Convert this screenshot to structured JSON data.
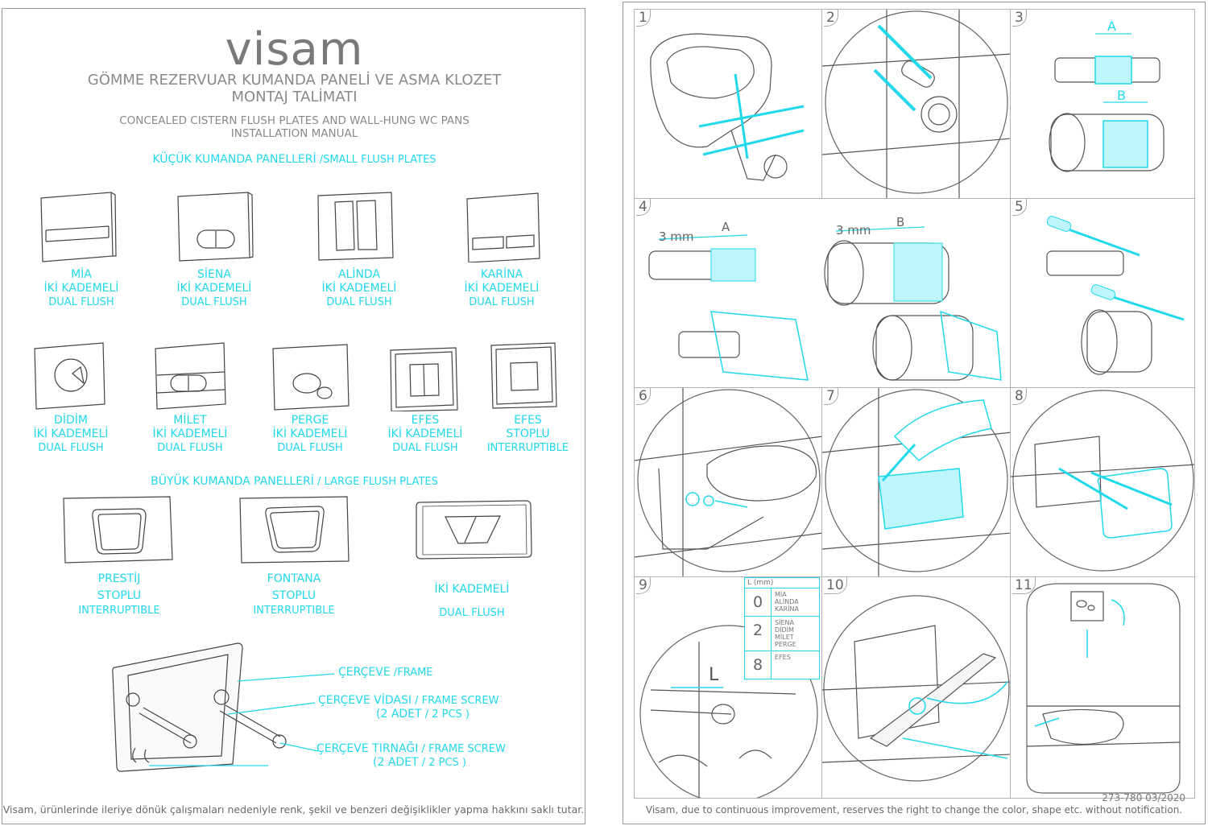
{
  "left": {
    "logo": "visam",
    "title_tr": [
      "GÖMME REZERVUAR KUMANDA PANELİ VE ASMA KLOZET",
      "MONTAJ TALİMATI"
    ],
    "title_en": [
      "CONCEALED CISTERN FLUSH PLATES AND WALL-HUNG WC PANS",
      "INSTALLATION MANUAL"
    ],
    "small_section": {
      "tr": "KÜÇÜK KUMANDA PANELLERİ",
      "en": " /SMALL FLUSH PLATES"
    },
    "small_row1": [
      {
        "name": "MİA",
        "type_tr": "İKİ KADEMELİ",
        "type_en": "DUAL FLUSH"
      },
      {
        "name": "SİENA",
        "type_tr": "İKİ KADEMELİ",
        "type_en": "DUAL FLUSH"
      },
      {
        "name": "ALİNDA",
        "type_tr": "İKİ KADEMELİ",
        "type_en": "DUAL FLUSH"
      },
      {
        "name": "KARİNA",
        "type_tr": "İKİ KADEMELİ",
        "type_en": "DUAL FLUSH"
      }
    ],
    "small_row2": [
      {
        "name": "DİDİM",
        "type_tr": "İKİ KADEMELİ",
        "type_en": "DUAL FLUSH"
      },
      {
        "name": "MİLET",
        "type_tr": "İKİ KADEMELİ",
        "type_en": "DUAL FLUSH"
      },
      {
        "name": "PERGE",
        "type_tr": "İKİ KADEMELİ",
        "type_en": "DUAL FLUSH"
      },
      {
        "name": "EFES",
        "type_tr": "İKİ KADEMELİ",
        "type_en": "DUAL FLUSH"
      },
      {
        "name": "EFES",
        "type_tr": "STOPLU",
        "type_en": "INTERRUPTIBLE"
      }
    ],
    "large_section": {
      "tr": "BÜYÜK KUMANDA PANELLERİ",
      "en": " / LARGE FLUSH PLATES"
    },
    "large_row": [
      {
        "name": "PRESTİJ",
        "type_tr": "STOPLU",
        "type_en": "INTERRUPTIBLE"
      },
      {
        "name": "FONTANA",
        "type_tr": "STOPLU",
        "type_en": "INTERRUPTIBLE"
      },
      {
        "name": "",
        "type_tr": "İKİ KADEMELİ",
        "type_en": "DUAL FLUSH"
      }
    ],
    "frame_labels": {
      "frame_tr": "ÇERÇEVE",
      "frame_en": " /FRAME",
      "screw_tr": "ÇERÇEVE VİDASI",
      "screw_en": " / FRAME SCREW",
      "screw_qty_tr": "(2 ADET",
      "screw_qty_en": " / 2 PCS   )",
      "clip_tr": "ÇERÇEVE TIRNAĞI",
      "clip_en": " / FRAME SCREW",
      "clip_qty_tr": "(2 ADET",
      "clip_qty_en": " / 2 PCS   )"
    },
    "footer": "Visam, ürünlerinde ileriye dönük çalışmaları nedeniyle renk, şekil ve benzeri değişiklikler yapma hakkını saklı tutar."
  },
  "right": {
    "steps": [
      "1",
      "2",
      "3",
      "4",
      "5",
      "6",
      "7",
      "8",
      "9",
      "10",
      "11"
    ],
    "step3": {
      "a": "A",
      "b": "B"
    },
    "step4": {
      "mm1": "3 mm",
      "a": "A",
      "mm2": "3 mm",
      "b": "B"
    },
    "step9": {
      "l": "L",
      "table_header": "L (mm)",
      "rows": [
        {
          "value": "0",
          "names": [
            "MİA",
            "ALİNDA",
            "KARİNA"
          ]
        },
        {
          "value": "2",
          "names": [
            "SİENA",
            "DİDİM",
            "MİLET",
            "PERGE"
          ]
        },
        {
          "value": "8",
          "names": [
            "EFES"
          ]
        }
      ]
    },
    "doc_code": "273-780 03/2020",
    "footer": "Visam, due to continuous improvement, reserves the right to change the color, shape etc. without notification."
  },
  "colors": {
    "accent": "#22d9ec",
    "line": "#8a8a8a",
    "text_gray": "#8a8a8a"
  }
}
